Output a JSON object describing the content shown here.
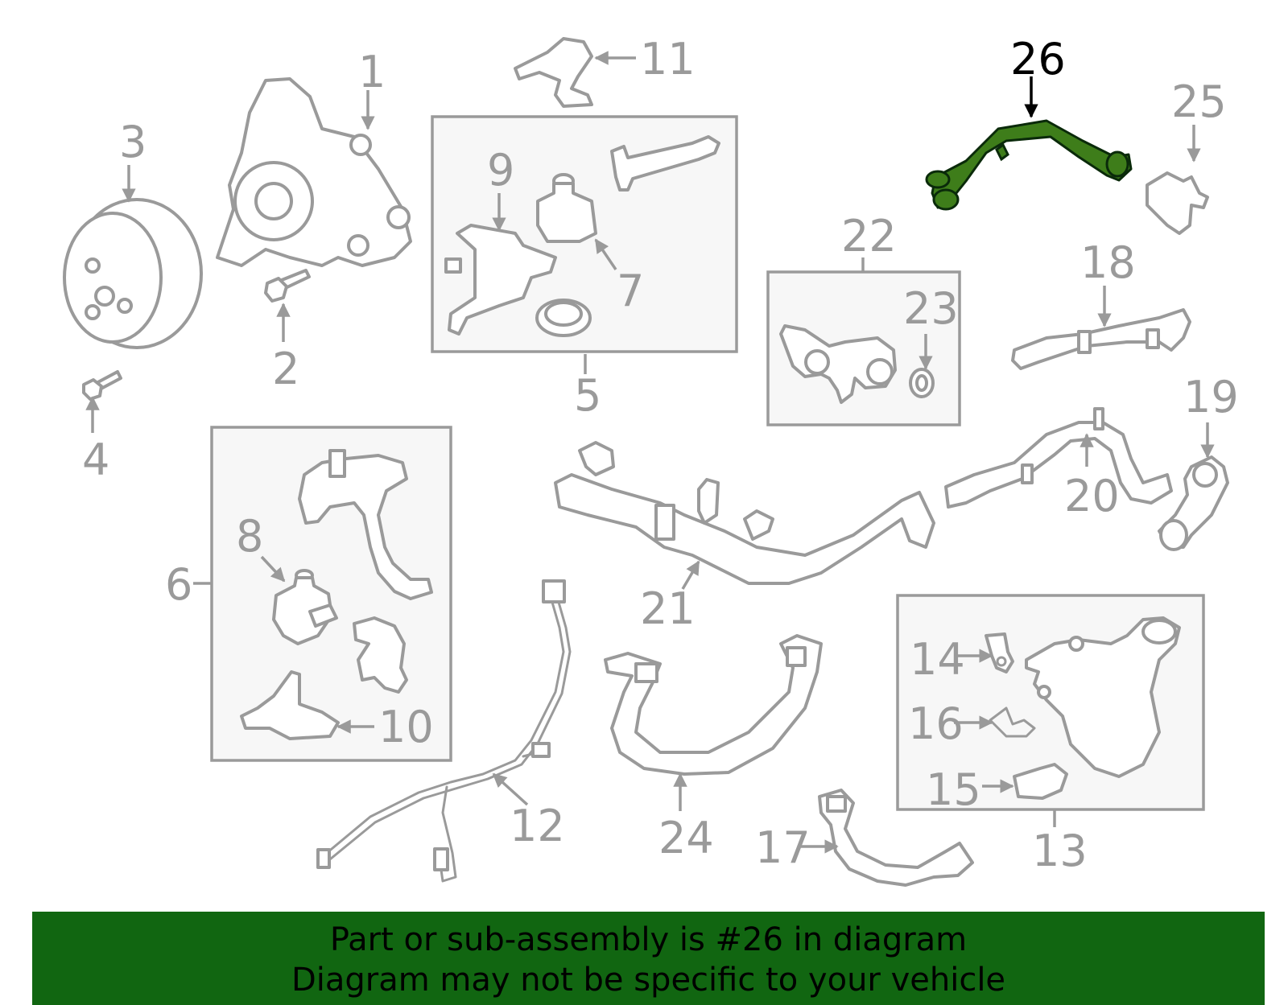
{
  "diagram": {
    "highlight_color": "#3e7d1a",
    "callouts": [
      "1",
      "2",
      "3",
      "4",
      "5",
      "6",
      "7",
      "8",
      "9",
      "10",
      "11",
      "12",
      "13",
      "14",
      "15",
      "16",
      "17",
      "18",
      "19",
      "20",
      "21",
      "22",
      "23",
      "24",
      "25",
      "26"
    ],
    "highlighted_callout": "26"
  },
  "banner": {
    "line1": "Part or sub-assembly is #26 in diagram",
    "line2": "Diagram may not be specific to your vehicle",
    "background": "#116611"
  }
}
